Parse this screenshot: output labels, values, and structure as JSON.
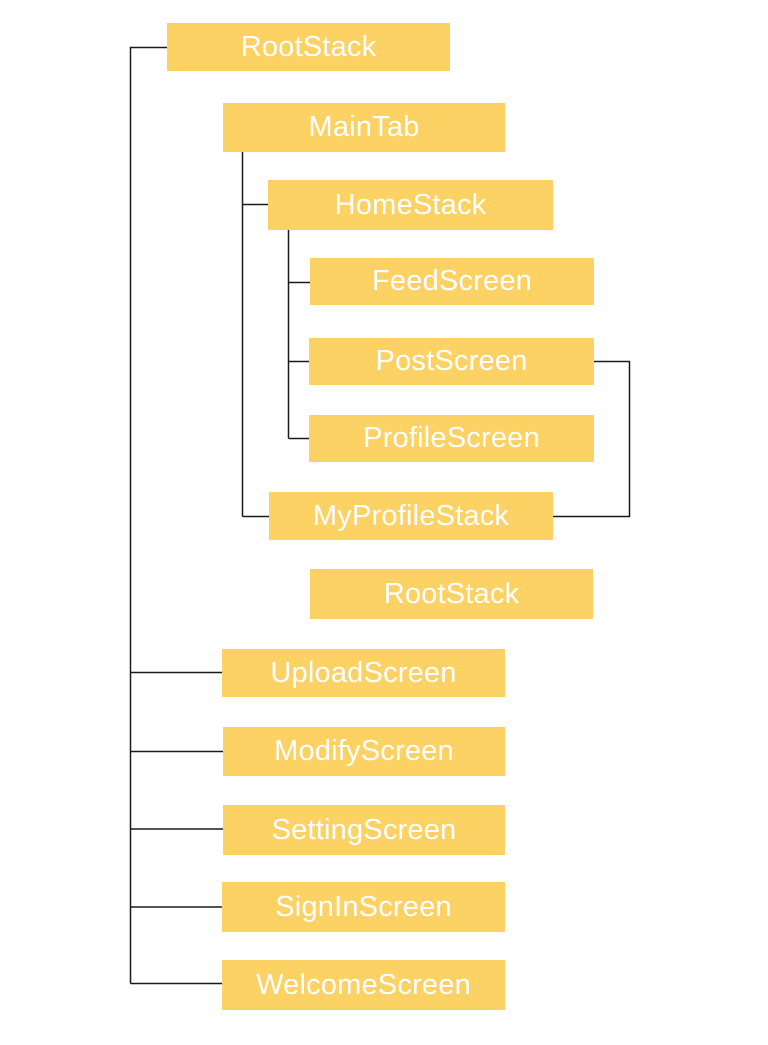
{
  "diagram": {
    "type": "navigation-hierarchy-tree",
    "colors": {
      "node_fill": "#FCD265",
      "node_text": "#FFFFFF",
      "connector": "#1A1A1A",
      "background": "#FFFFFF"
    },
    "nodes": [
      {
        "id": "root-stack",
        "label": "RootStack"
      },
      {
        "id": "main-tab",
        "label": "MainTab"
      },
      {
        "id": "home-stack",
        "label": "HomeStack"
      },
      {
        "id": "feed-screen",
        "label": "FeedScreen"
      },
      {
        "id": "post-screen",
        "label": "PostScreen"
      },
      {
        "id": "profile-screen",
        "label": "ProfileScreen"
      },
      {
        "id": "my-profile-stack",
        "label": "MyProfileStack"
      },
      {
        "id": "root-stack-2",
        "label": "RootStack"
      },
      {
        "id": "upload-screen",
        "label": "UploadScreen"
      },
      {
        "id": "modify-screen",
        "label": "ModifyScreen"
      },
      {
        "id": "setting-screen",
        "label": "SettingScreen"
      },
      {
        "id": "sign-in-screen",
        "label": "SignInScreen"
      },
      {
        "id": "welcome-screen",
        "label": "WelcomeScreen"
      }
    ],
    "edges": [
      {
        "from": "root-stack",
        "to": "upload-screen"
      },
      {
        "from": "root-stack",
        "to": "modify-screen"
      },
      {
        "from": "root-stack",
        "to": "setting-screen"
      },
      {
        "from": "root-stack",
        "to": "sign-in-screen"
      },
      {
        "from": "root-stack",
        "to": "welcome-screen"
      },
      {
        "from": "main-tab",
        "to": "home-stack"
      },
      {
        "from": "main-tab",
        "to": "my-profile-stack"
      },
      {
        "from": "home-stack",
        "to": "feed-screen"
      },
      {
        "from": "home-stack",
        "to": "post-screen"
      },
      {
        "from": "home-stack",
        "to": "profile-screen"
      },
      {
        "from": "post-screen",
        "to": "my-profile-stack"
      }
    ]
  }
}
